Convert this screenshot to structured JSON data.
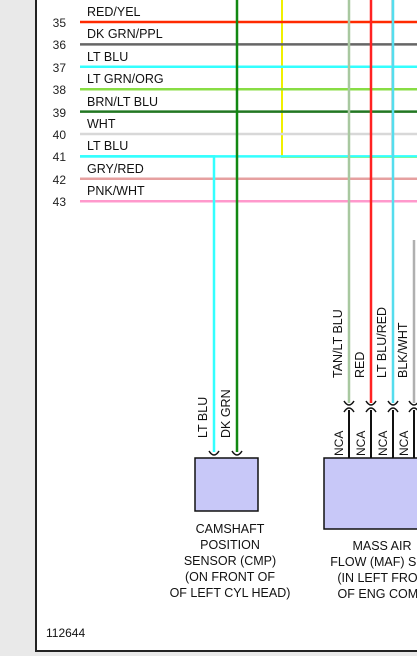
{
  "circuits": [
    {
      "pin": "35",
      "color_code": "RED/YEL",
      "stroke": "#ff2a00"
    },
    {
      "pin": "36",
      "color_code": "DK GRN/PPL",
      "stroke": "#666666"
    },
    {
      "pin": "37",
      "color_code": "LT BLU",
      "stroke": "#33ffff"
    },
    {
      "pin": "38",
      "color_code": "LT GRN/ORG",
      "stroke": "#88dd44"
    },
    {
      "pin": "39",
      "color_code": "BRN/LT BLU",
      "stroke": "#227722"
    },
    {
      "pin": "40",
      "color_code": "WHT",
      "stroke": "#d8d8d8"
    },
    {
      "pin": "41",
      "color_code": "LT BLU",
      "stroke": "#33ffff"
    },
    {
      "pin": "42",
      "color_code": "GRY/RED",
      "stroke": "#e6a0a0"
    },
    {
      "pin": "43",
      "color_code": "PNK/WHT",
      "stroke": "#ff99cc"
    }
  ],
  "cmp_wires": [
    {
      "label": "LT BLU",
      "stroke": "#33ffff"
    },
    {
      "label": "DK GRN",
      "stroke": "#118811"
    }
  ],
  "maf_wires": [
    {
      "label": "TAN/LT BLU",
      "connector": "NCA",
      "stroke": "#a8c8a0"
    },
    {
      "label": "RED",
      "connector": "NCA",
      "stroke": "#ff2222"
    },
    {
      "label": "LT BLU/RED",
      "connector": "NCA",
      "stroke": "#55ddee"
    },
    {
      "label": "BLK/WHT",
      "connector": "NCA",
      "stroke": "#b0b0b0"
    }
  ],
  "cmp_sensor": {
    "lines": [
      "CAMSHAFT",
      "POSITION",
      "SENSOR (CMP)",
      "(ON FRONT OF",
      "OF LEFT CYL HEAD)"
    ],
    "fill": "#c8c8f8"
  },
  "maf_sensor": {
    "lines": [
      "MASS AIR",
      "FLOW (MAF) SEN",
      "(IN LEFT FRON",
      "OF ENG COMP"
    ],
    "fill": "#c8c8f8"
  },
  "figure_number": "112644",
  "colors": {
    "yellow_wire": "#f0f000",
    "outline": "#111111"
  }
}
